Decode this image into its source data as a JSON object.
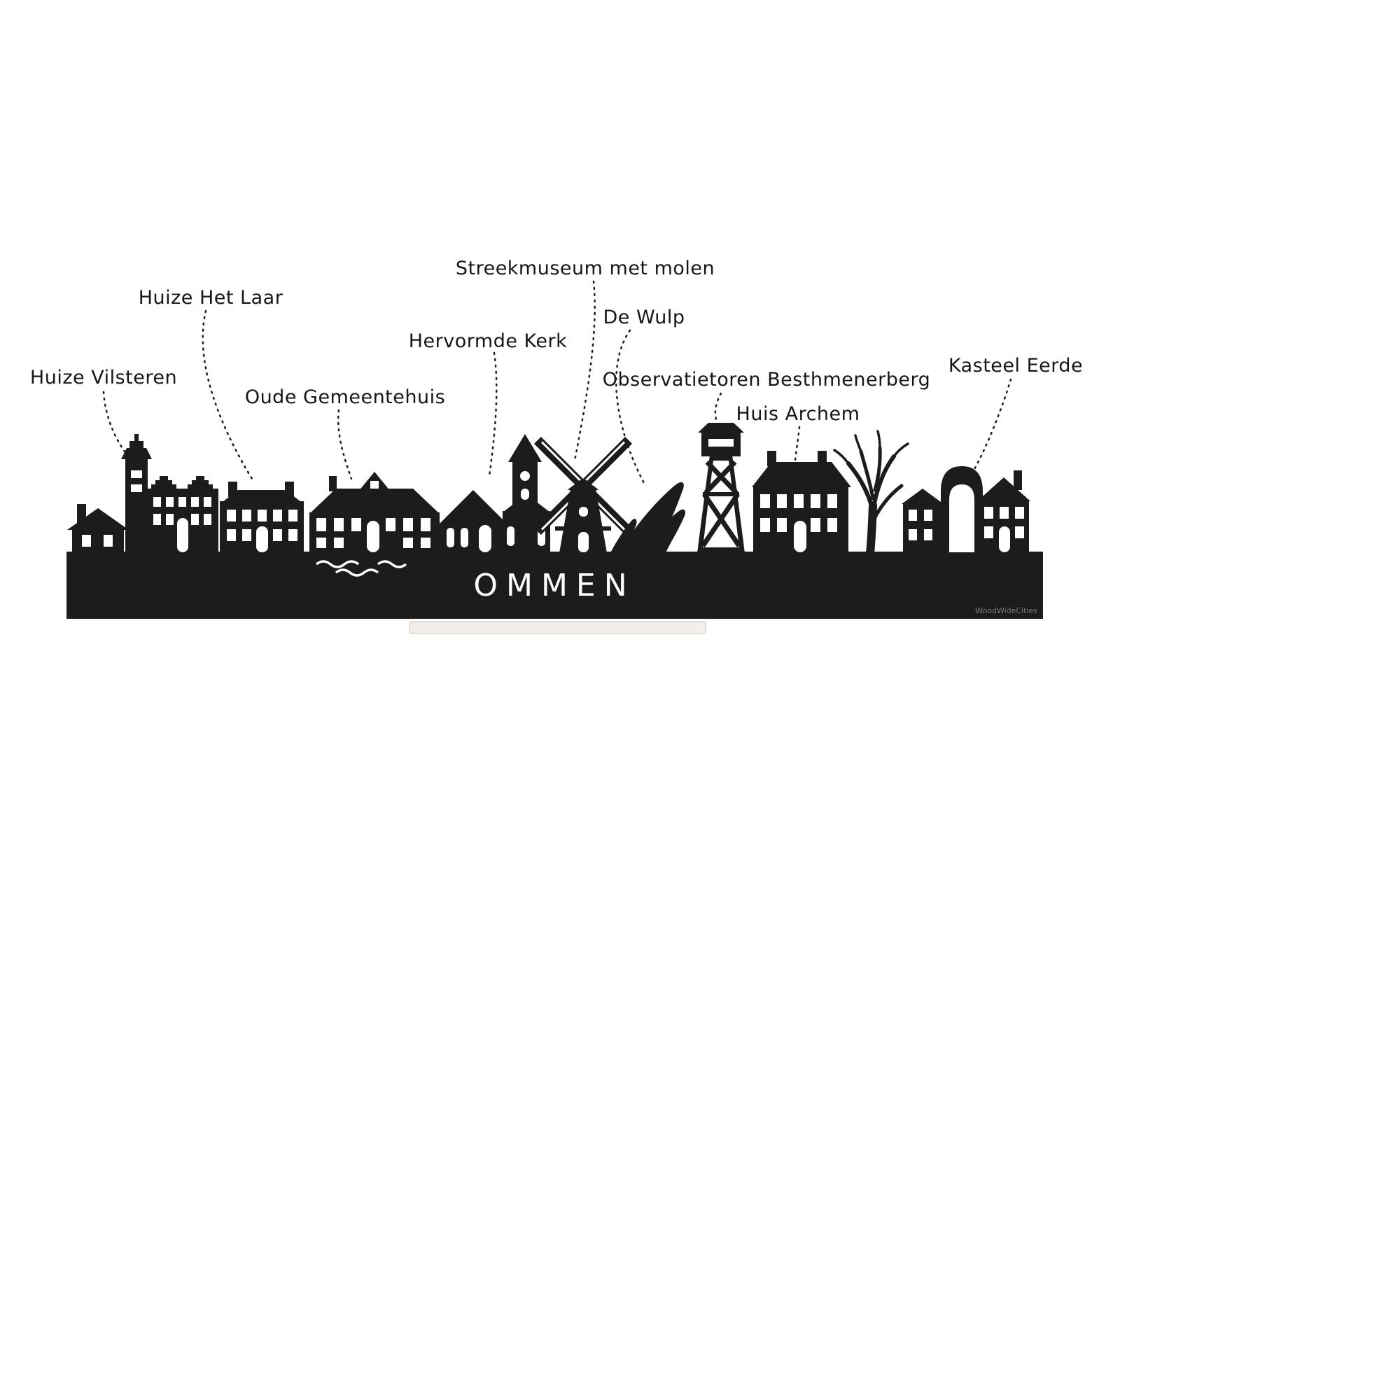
{
  "product": {
    "city_name": "OMMEN",
    "watermark": "WoodWideCities"
  },
  "labels": {
    "huize_vilsteren": "Huize Vilsteren",
    "huize_het_laar": "Huize Het Laar",
    "oude_gemeentehuis": "Oude Gemeentehuis",
    "hervormde_kerk": "Hervormde Kerk",
    "streekmuseum": "Streekmuseum met molen",
    "de_wulp": "De Wulp",
    "observatietoren": "Observatietoren Besthmenerberg",
    "huis_archem": "Huis Archem",
    "kasteel_eerde": "Kasteel Eerde"
  },
  "colors": {
    "silhouette": "#1c1c1c",
    "background": "#ffffff",
    "stand": "#f4eeea",
    "label_text": "#161616"
  }
}
